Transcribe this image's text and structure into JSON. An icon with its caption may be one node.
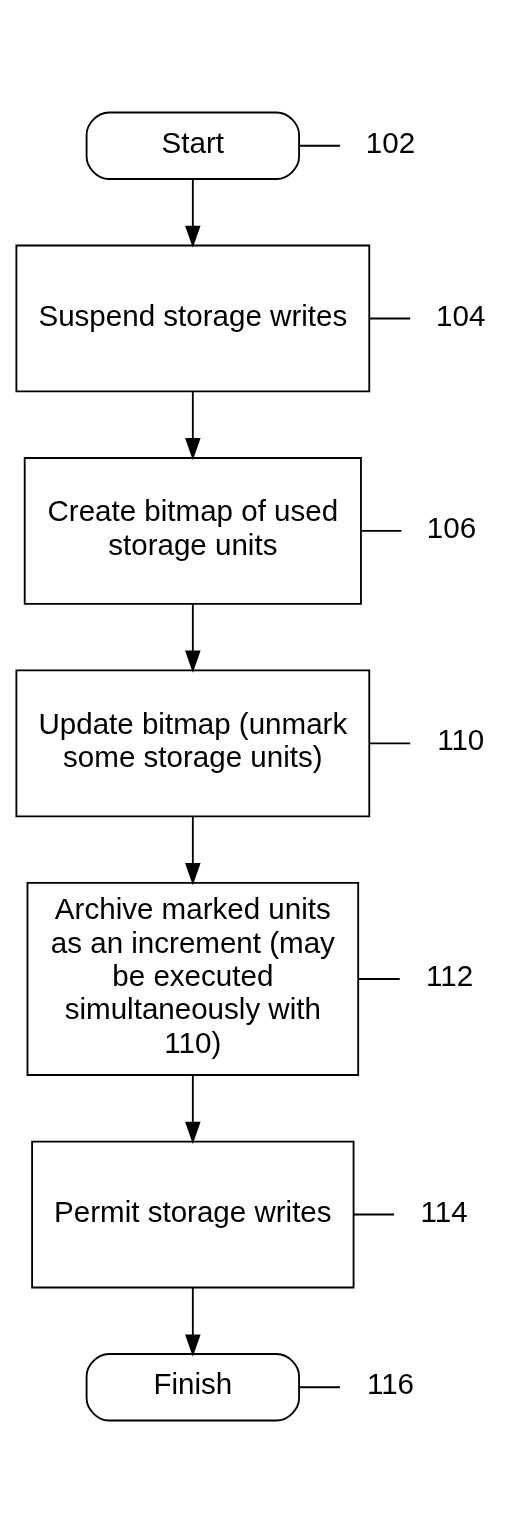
{
  "diagram": {
    "nodes": [
      {
        "text": [
          "102"
        ]
      },
      {
        "text": [
          "Start"
        ]
      },
      {
        "text": [
          "104"
        ]
      },
      {
        "text": [
          "Suspend storage writes"
        ]
      },
      {
        "text": [
          "106"
        ]
      },
      {
        "text": [
          "Create bitmap of used storage units"
        ]
      },
      {
        "text": [
          "110"
        ]
      },
      {
        "text": [
          "Update bitmap (unmark some storage units)"
        ]
      },
      {
        "text": [
          "112"
        ]
      },
      {
        "text": [
          "Archive marked units as an increment (may be executed simultaneously with 110)"
        ]
      },
      {
        "text": [
          "114"
        ]
      },
      {
        "text": [
          "Permit storage writes"
        ]
      },
      {
        "text": [
          "116"
        ]
      },
      {
        "text": [
          "Finish"
        ]
      }
    ],
    "edges": [
      {
        "from": 1,
        "to": 3,
        "arrow": "to"
      },
      {
        "from": 3,
        "to": 5,
        "arrow": "to"
      },
      {
        "from": 5,
        "to": 7,
        "arrow": "to"
      },
      {
        "from": 7,
        "to": 9,
        "arrow": "to"
      },
      {
        "from": 9,
        "to": 11,
        "arrow": "to"
      },
      {
        "from": 11,
        "to": 13,
        "arrow": "to"
      },
      {
        "from": 0,
        "to": 1,
        "arrow": "none"
      },
      {
        "from": 2,
        "to": 3,
        "arrow": "none"
      },
      {
        "from": 4,
        "to": 5,
        "arrow": "none"
      },
      {
        "from": 6,
        "to": 7,
        "arrow": "none"
      },
      {
        "from": 8,
        "to": 9,
        "arrow": "none"
      },
      {
        "from": 10,
        "to": 11,
        "arrow": "none"
      },
      {
        "from": 12,
        "to": 13,
        "arrow": "none"
      }
    ]
  }
}
